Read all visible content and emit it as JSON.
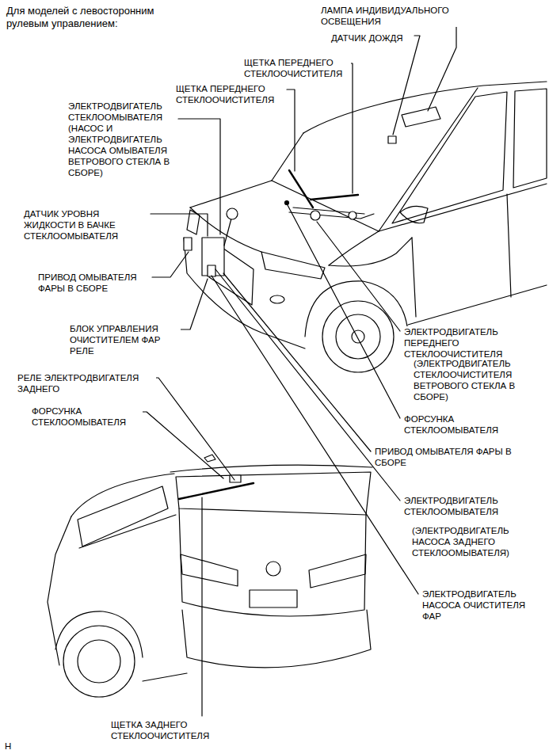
{
  "diagram": {
    "title": "Для моделей с левосторонним рулевым управлением:",
    "labels": [
      "ЛАМПА ИНДИВИДУАЛЬНОГО ОСВЕЩЕНИЯ",
      "ДАТЧИК ДОЖДЯ",
      "ЩЕТКА ПЕРЕДНЕГО СТЕКЛООЧИСТИТЕЛЯ",
      "ЩЕТКА ПЕРЕДНЕГО СТЕКЛООЧИСТИТЕЛЯ",
      "ЭЛЕКТРОДВИГАТЕЛЬ СТЕКЛООМЫВАТЕЛЯ (НАСОС И ЭЛЕКТРОДВИГАТЕЛЬ НАСОСА ОМЫВАТЕЛЯ ВЕТРОВОГО СТЕКЛА В СБОРЕ)",
      "ДАТЧИК УРОВНЯ ЖИДКОСТИ В БАЧКЕ СТЕКЛООМЫВАТЕЛЯ",
      "ПРИВОД ОМЫВАТЕЛЯ ФАРЫ В СБОРЕ",
      "БЛОК УПРАВЛЕНИЯ ОЧИСТИТЕЛЕМ ФАР РЕЛЕ",
      "ЭЛЕКТРОДВИГАТЕЛЬ ПЕРЕДНЕГО СТЕКЛООЧИСТИТЕЛЯ",
      "(ЭЛЕКТРОДВИГАТЕЛЬ СТЕКЛООЧИСТИТЕЛЯ ВЕТРОВОГО СТЕКЛА В СБОРЕ)",
      "ФОРСУНКА СТЕКЛООМЫВАТЕЛЯ",
      "РЕЛЕ ЭЛЕКТРОДВИГАТЕЛЯ ЗАДНЕГО",
      "ФОРСУНКА СТЕКЛООМЫВАТЕЛЯ",
      "ПРИВОД ОМЫВАТЕЛЯ ФАРЫ В СБОРЕ",
      "ЭЛЕКТРОДВИГАТЕЛЬ СТЕКЛООМЫВАТЕЛЯ",
      "(ЭЛЕКТРОДВИГАТЕЛЬ НАСОСА ЗАДНЕГО СТЕКЛООМЫВАТЕЛЯ)",
      "ЭЛЕКТРОДВИГАТЕЛЬ НАСОСА ОЧИСТИТЕЛЯ ФАР",
      "ЩЕТКА ЗАДНЕГО СТЕКЛООЧИСТИТЕЛЯ",
      "H"
    ]
  }
}
